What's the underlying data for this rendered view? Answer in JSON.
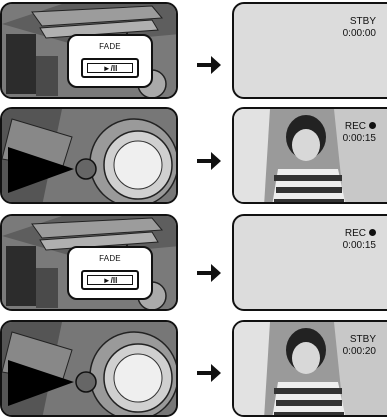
{
  "panels": [
    {
      "camera_view": "fade-button-closeup",
      "fade_label": "FADE",
      "button_label": "►/II",
      "screen": {
        "status": "STBY",
        "timecode": "0:00:00",
        "rec_dot": false,
        "image": "blank"
      }
    },
    {
      "camera_view": "record-button-press",
      "screen": {
        "status": "REC",
        "timecode": "0:00:15",
        "rec_dot": true,
        "image": "child-photo"
      }
    },
    {
      "camera_view": "fade-button-closeup",
      "fade_label": "FADE",
      "button_label": "►/II",
      "screen": {
        "status": "REC",
        "timecode": "0:00:15",
        "rec_dot": true,
        "image": "blank"
      }
    },
    {
      "camera_view": "record-button-press",
      "screen": {
        "status": "STBY",
        "timecode": "0:00:20",
        "rec_dot": false,
        "image": "child-photo"
      }
    }
  ],
  "icons": {
    "arrow": "right-arrow-icon",
    "record_indicator": "rec-dot-icon"
  },
  "colors": {
    "ink": "#111111",
    "screen_gray": "#dcdcdc",
    "camera_gray": "#8a8a8a"
  }
}
